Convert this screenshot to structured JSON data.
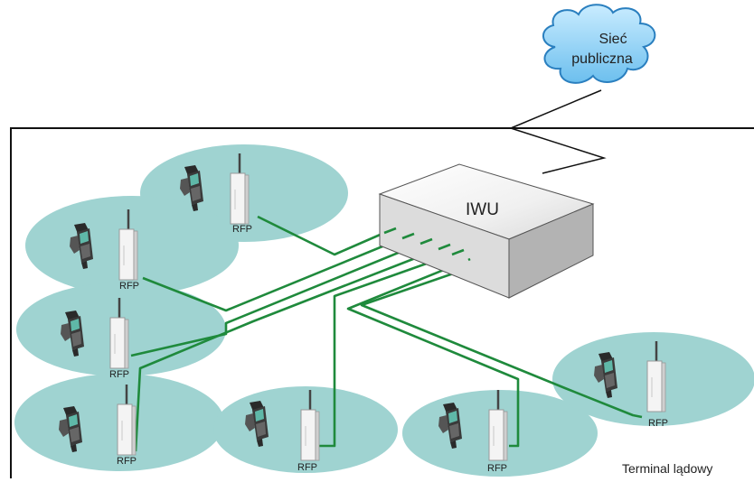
{
  "cloud": {
    "line1": "Sieć",
    "line2": "publiczna"
  },
  "iwu": {
    "label": "IWU"
  },
  "cells": [
    {
      "rfp": "RFP"
    },
    {
      "rfp": "RFP"
    },
    {
      "rfp": "RFP"
    },
    {
      "rfp": "RFP"
    },
    {
      "rfp": "RFP"
    },
    {
      "rfp": "RFP"
    },
    {
      "rfp": "RFP"
    }
  ],
  "area_label": "Terminal lądowy",
  "colors": {
    "cell": "#9fd3d1",
    "link": "#1f8a3c",
    "cloud_fill": "#8fd0f3",
    "cloud_stroke": "#2a7fbf",
    "box_side": "#b3b3b3",
    "box_front": "#e0e0e0"
  }
}
